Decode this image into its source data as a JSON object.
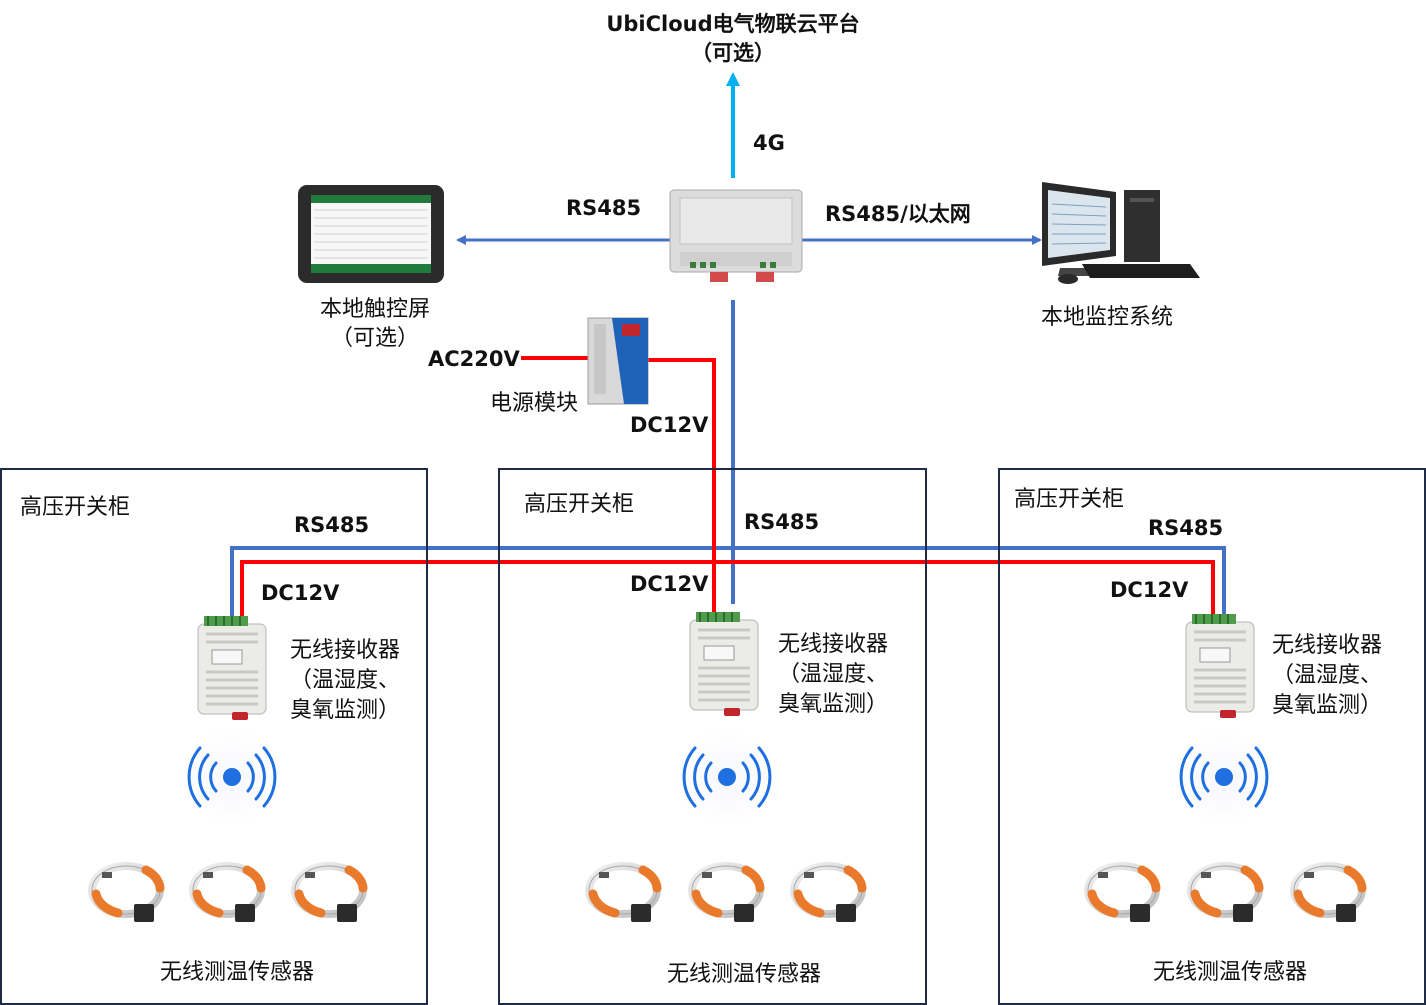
{
  "cloud": {
    "title": "UbiCloud电气物联云平台",
    "subtitle": "（可选）"
  },
  "link_4g": "4G",
  "link_left": "RS485",
  "link_right": "RS485/以太网",
  "touchscreen": {
    "title": "本地触控屏",
    "subtitle": "（可选）"
  },
  "monitor": {
    "title": "本地监控系统"
  },
  "power": {
    "input": "AC220V",
    "module": "电源模块",
    "output": "DC12V"
  },
  "cabinets": [
    {
      "title": "高压开关柜",
      "bus_label": "RS485",
      "power_label": "DC12V",
      "receiver": [
        "无线接收器",
        "（温湿度、",
        "臭氧监测）"
      ],
      "sensors_label": "无线测温传感器"
    },
    {
      "title": "高压开关柜",
      "bus_label": "RS485",
      "power_label": "DC12V",
      "receiver": [
        "无线接收器",
        "（温湿度、",
        "臭氧监测）"
      ],
      "sensors_label": "无线测温传感器"
    },
    {
      "title": "高压开关柜",
      "bus_label": "RS485",
      "power_label": "DC12V",
      "receiver": [
        "无线接收器",
        "（温湿度、",
        "臭氧监测）"
      ],
      "sensors_label": "无线测温传感器"
    }
  ],
  "colors": {
    "rs485": "#4472C4",
    "power": "#FF0000",
    "uplink": "#00B0F0",
    "border": "#1F2A44"
  },
  "icons": [
    "cloud-uplink-arrow",
    "touchscreen-icon",
    "gateway-icon",
    "monitor-pc-icon",
    "power-module-icon",
    "receiver-icon",
    "wireless-signal-icon",
    "temperature-sensor-icon"
  ]
}
